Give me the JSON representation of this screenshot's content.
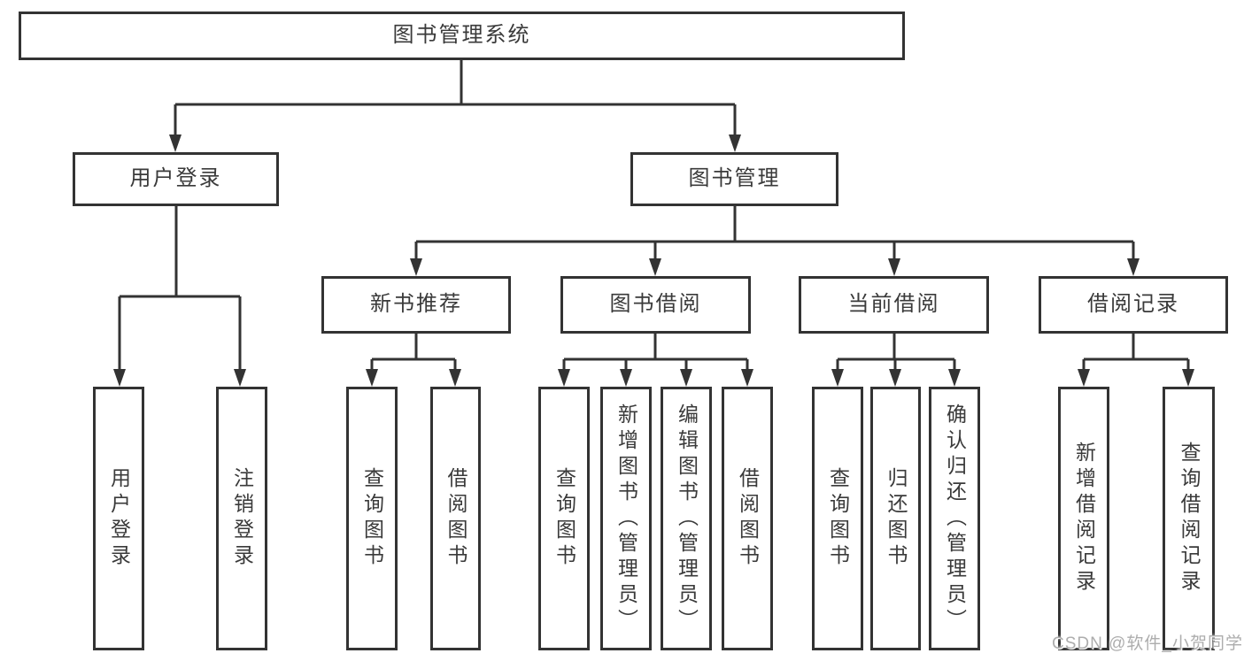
{
  "diagram_type": "functional-structure-tree",
  "colors": {
    "line": "#333333",
    "box_border": "#333333",
    "text": "#3a3a3a",
    "background": "#ffffff",
    "watermark_text_color": "#adadad"
  },
  "watermark": {
    "text": "CSDN @软件_小贺同学"
  },
  "tree": {
    "label": "图书管理系统",
    "children": [
      {
        "label": "用户登录",
        "children": [
          {
            "label": "用户登录"
          },
          {
            "label": "注销登录"
          }
        ]
      },
      {
        "label": "图书管理",
        "children": [
          {
            "label": "新书推荐",
            "children": [
              {
                "label": "查询图书"
              },
              {
                "label": "借阅图书"
              }
            ]
          },
          {
            "label": "图书借阅",
            "children": [
              {
                "label": "查询图书"
              },
              {
                "label": "新增图书（管理员）"
              },
              {
                "label": "编辑图书（管理员）"
              },
              {
                "label": "借阅图书"
              }
            ]
          },
          {
            "label": "当前借阅",
            "children": [
              {
                "label": "查询图书"
              },
              {
                "label": "归还图书"
              },
              {
                "label": "确认归还（管理员）"
              }
            ]
          },
          {
            "label": "借阅记录",
            "children": [
              {
                "label": "新增借阅记录"
              },
              {
                "label": "查询借阅记录"
              }
            ]
          }
        ]
      }
    ]
  }
}
